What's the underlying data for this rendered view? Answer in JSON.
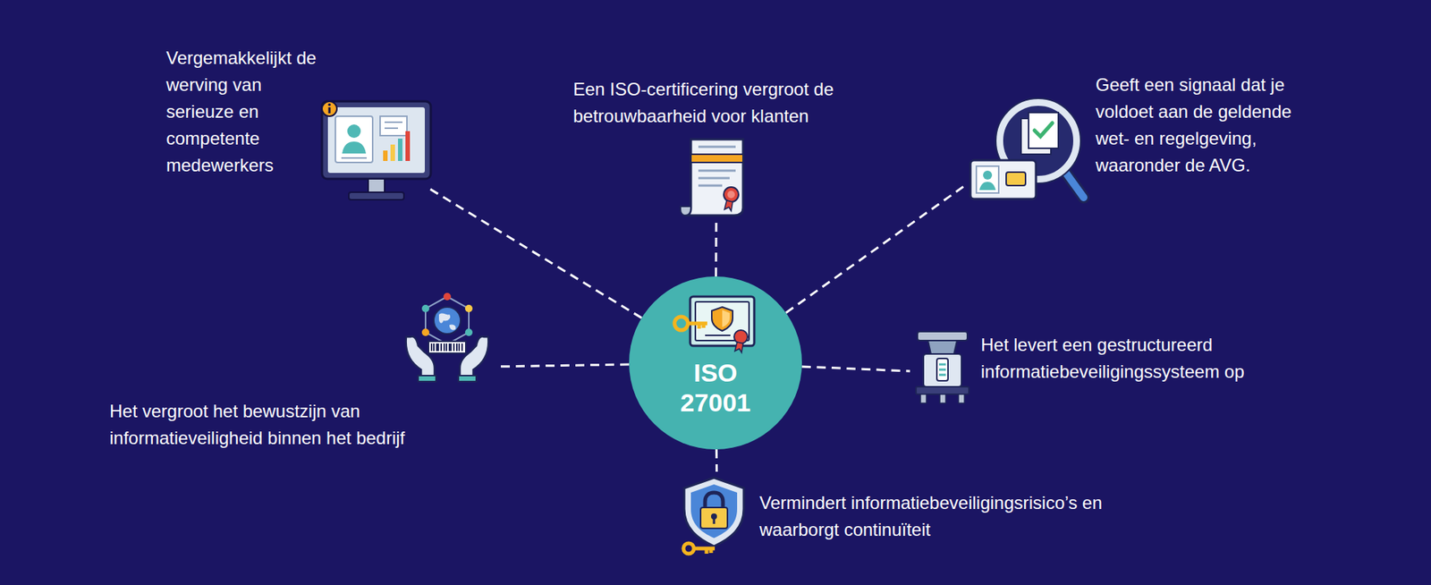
{
  "diagram": {
    "nodes": [
      {
        "text": [
          "ISO 27001"
        ]
      },
      {
        "text": [
          "Vergemakkelijkt de werving van serieuze en competente medewerkers"
        ]
      },
      {
        "text": [
          "Een ISO-certificering vergroot de betrouwbaarheid voor klanten"
        ]
      },
      {
        "text": [
          "Geeft een signaal dat je voldoet aan de geldende wet- en regelgeving, waaronder de AVG."
        ]
      },
      {
        "text": [
          "Het vergroot het bewustzijn van informatieveiligheid binnen het bedrijf"
        ]
      },
      {
        "text": [
          "Het levert een gestructureerd informatiebeveiligingssysteem op"
        ]
      },
      {
        "text": [
          "Vermindert informatiebeveiligingsrisico’s en waarborgt continuïteit"
        ]
      }
    ],
    "edges": [
      {
        "from": 0,
        "to": 1,
        "arrow": "none"
      },
      {
        "from": 0,
        "to": 2,
        "arrow": "none"
      },
      {
        "from": 0,
        "to": 3,
        "arrow": "none"
      },
      {
        "from": 0,
        "to": 4,
        "arrow": "none"
      },
      {
        "from": 0,
        "to": 5,
        "arrow": "none"
      },
      {
        "from": 0,
        "to": 6,
        "arrow": "none"
      }
    ]
  }
}
